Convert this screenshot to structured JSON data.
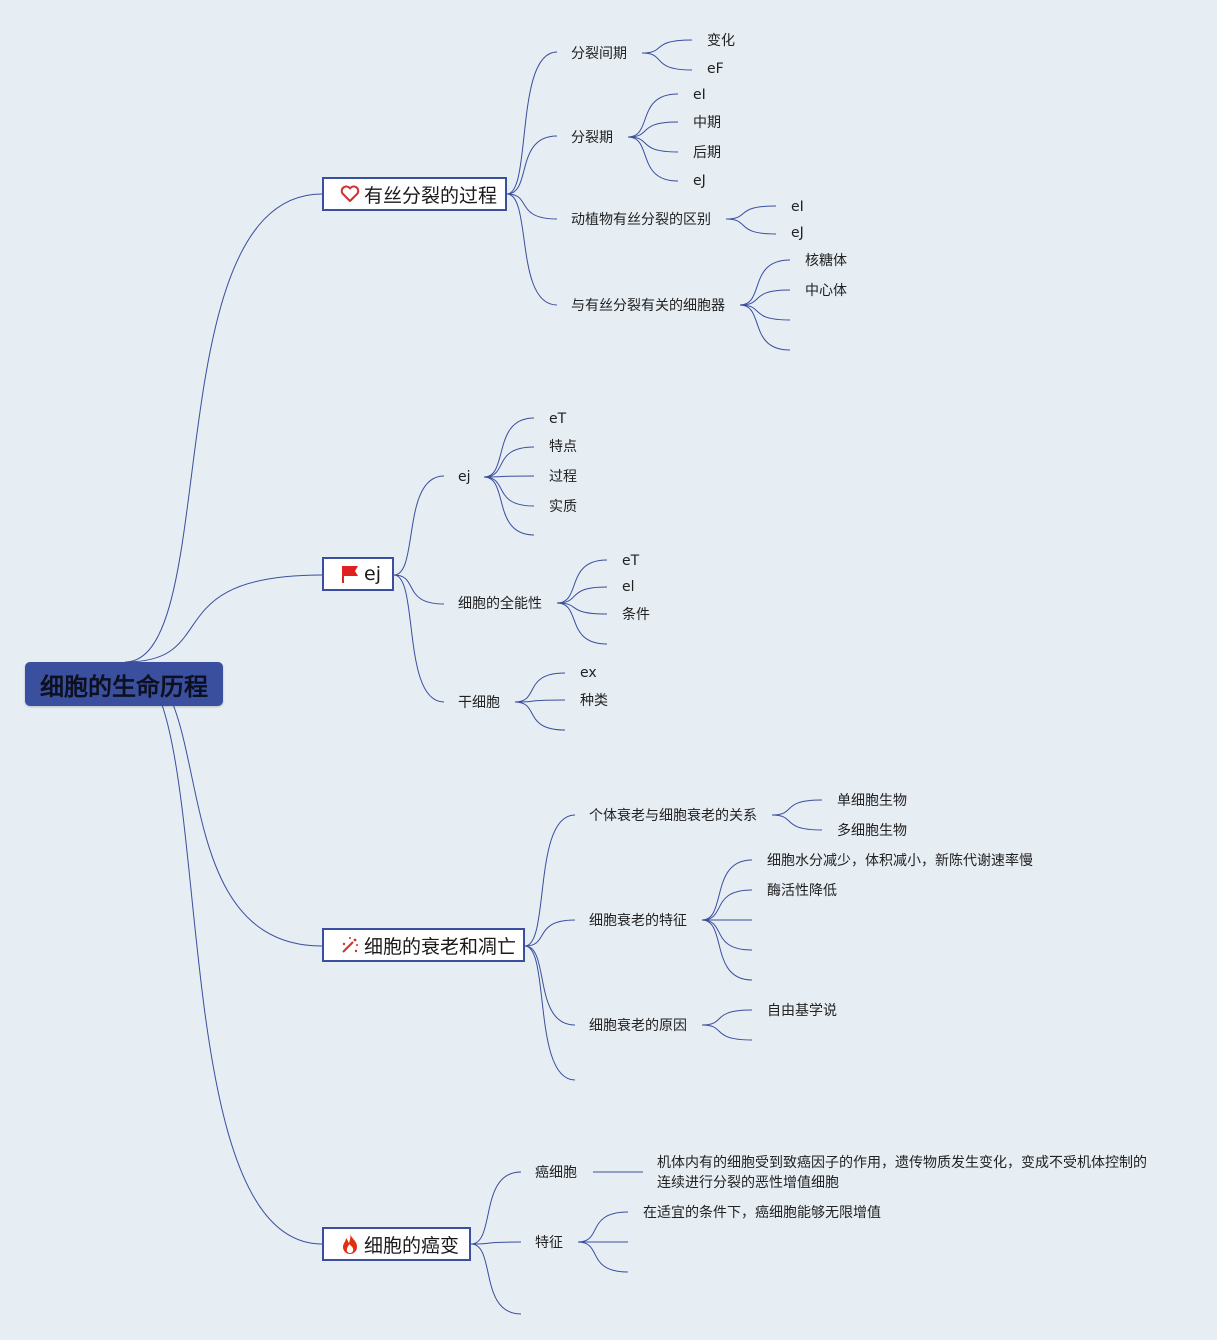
{
  "root": {
    "label": "细胞的生命历程"
  },
  "branches": {
    "mitosis": {
      "label": "有丝分裂的过程",
      "icon": "heart-icon",
      "interphase": {
        "label": "分裂间期",
        "children": [
          "变化",
          "eF"
        ]
      },
      "division": {
        "label": "分裂期",
        "children": [
          "eI",
          "中期",
          "后期",
          "eJ"
        ]
      },
      "difference": {
        "label": "动植物有丝分裂的区别",
        "children": [
          "eI",
          "eJ"
        ]
      },
      "organelles": {
        "label": "与有丝分裂有关的细胞器",
        "children": [
          "核糖体",
          "中心体"
        ]
      }
    },
    "differentiation": {
      "label": "ej",
      "icon": "red-flag-icon",
      "ej": {
        "label": "ej",
        "children": [
          "eT",
          "特点",
          "过程",
          "实质"
        ]
      },
      "totipotency": {
        "label": "细胞的全能性",
        "children": [
          "eT",
          "el",
          "条件"
        ]
      },
      "stem": {
        "label": "干细胞",
        "children": [
          "ex",
          "种类"
        ]
      }
    },
    "aging": {
      "label": "细胞的衰老和凋亡",
      "icon": "magic-wand-icon",
      "relation": {
        "label": "个体衰老与细胞衰老的关系",
        "children": [
          "单细胞生物",
          "多细胞生物"
        ]
      },
      "features": {
        "label": "细胞衰老的特征",
        "children": [
          "细胞水分减少，体积减小，新陈代谢速率慢",
          "酶活性降低"
        ]
      },
      "causes": {
        "label": "细胞衰老的原因",
        "children": [
          "自由基学说"
        ]
      }
    },
    "cancer": {
      "label": "细胞的癌变",
      "icon": "fire-icon",
      "cell": {
        "label": "癌细胞",
        "definition": "机体内有的细胞受到致癌因子的作用，遗传物质发生变化，变成不受机体控制的连续进行分裂的恶性增值细胞"
      },
      "features": {
        "label": "特征",
        "children": [
          "在适宜的条件下，癌细胞能够无限增值"
        ]
      }
    }
  },
  "colors": {
    "background": "#e6edf3",
    "root_fill": "#3a4f9e",
    "branch_border": "#3a4f9e",
    "line": "#3a4f9e",
    "heart": "#d03030",
    "flag": "#e02020",
    "fire": "#e03010"
  }
}
